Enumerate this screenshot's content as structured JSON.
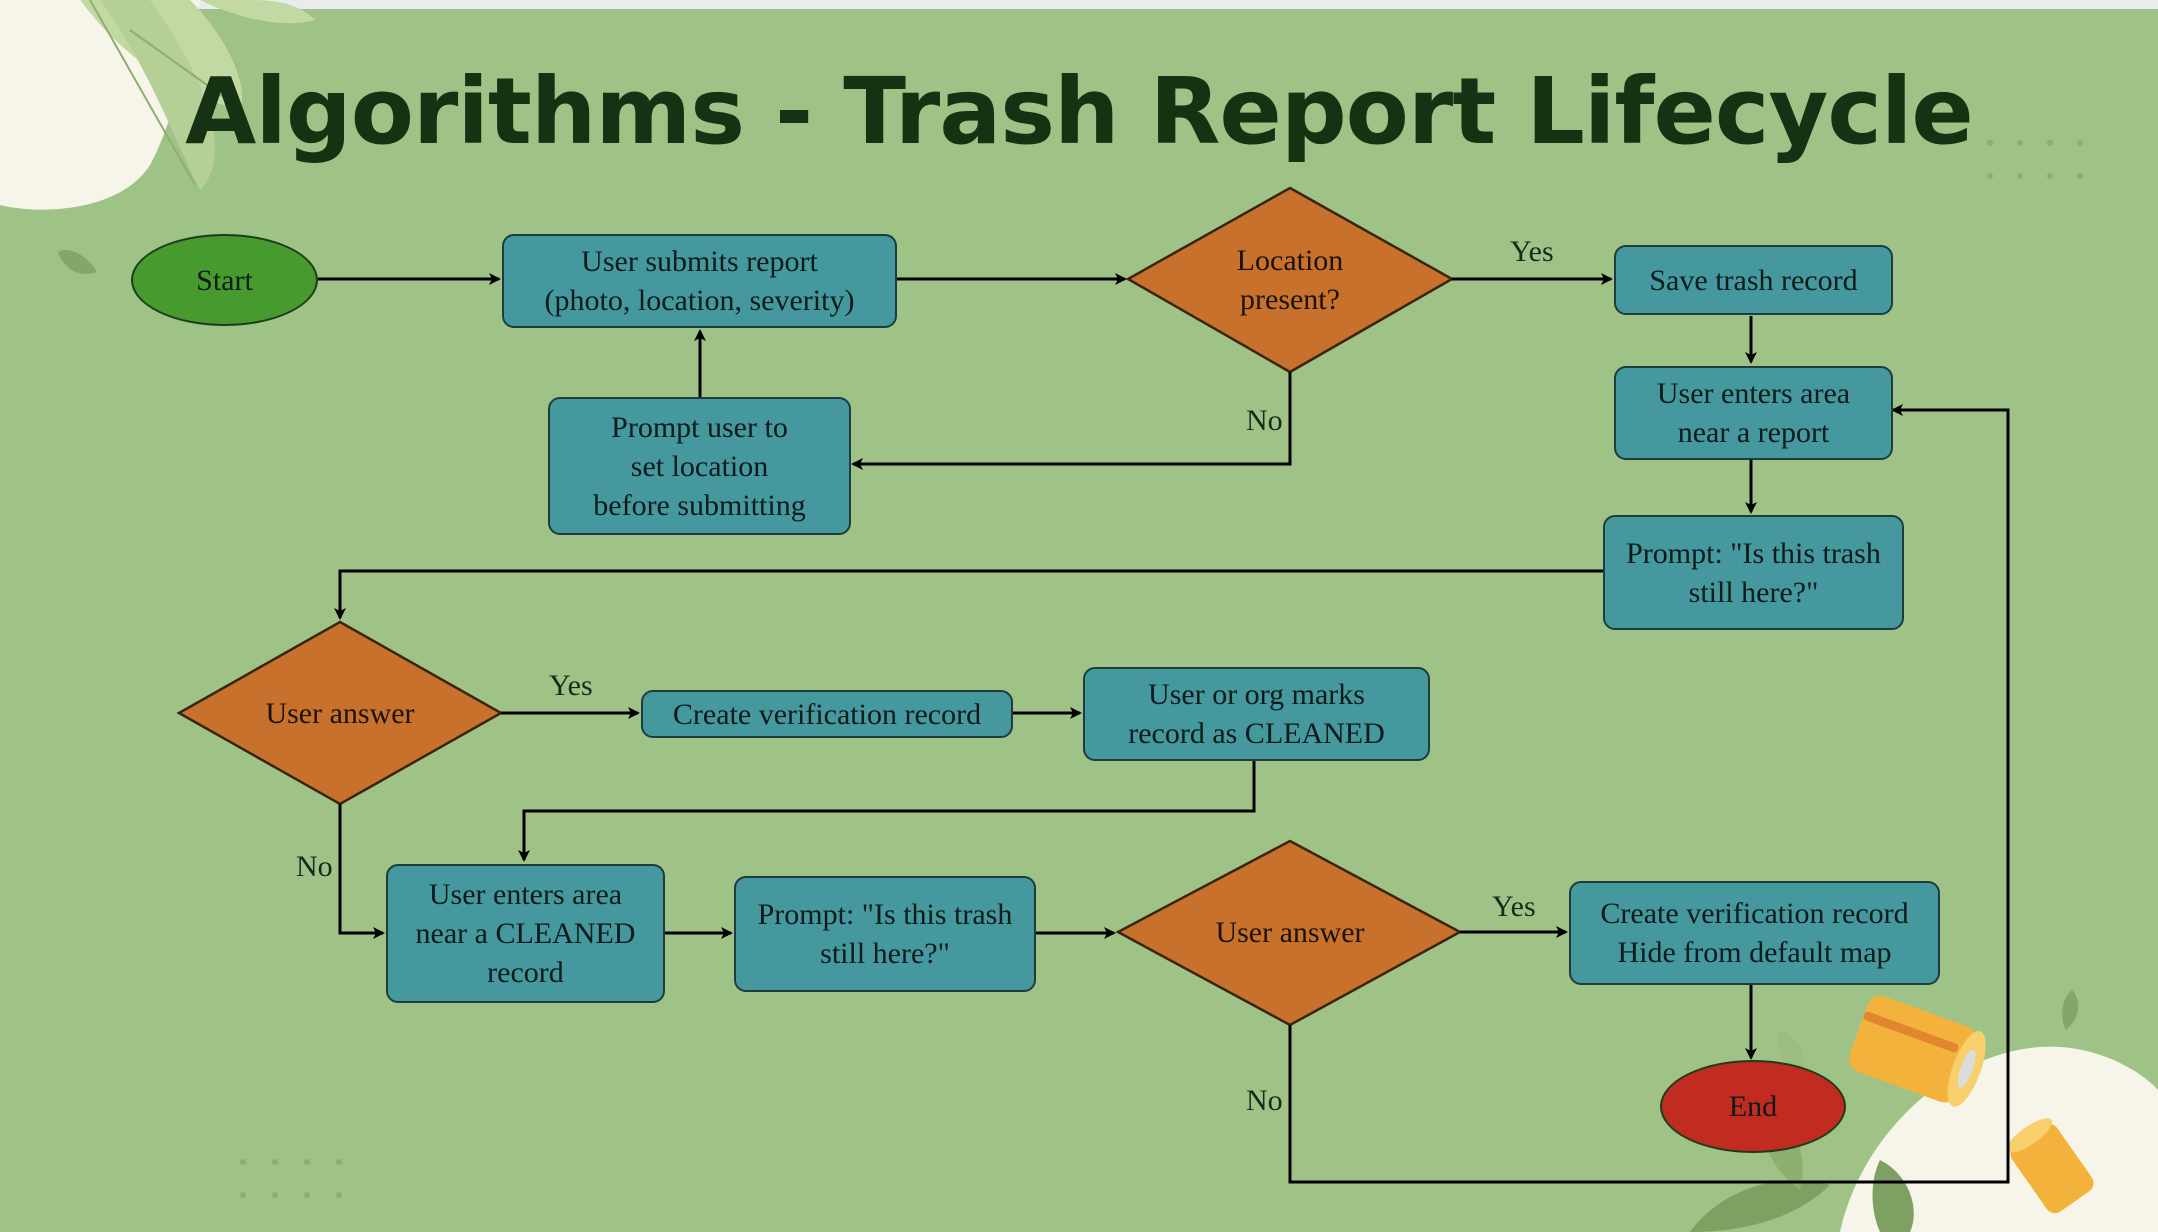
{
  "title": "Algorithms - Trash Report Lifecycle",
  "colors": {
    "background": "#9fc386",
    "process": "#44989e",
    "decision": "#c7712d",
    "start": "#479a2e",
    "end": "#c22b1f",
    "title": "#173113"
  },
  "nodes": {
    "start": "Start",
    "submit": "User submits report\n(photo, location, severity)",
    "location_check": "Location\npresent?",
    "save": "Save trash record",
    "prompt_location": "Prompt user to\nset location\nbefore submitting",
    "enter_area": "User enters area\nnear a report",
    "prompt_still_here_1": "Prompt: \"Is this trash\nstill here?\"",
    "answer_1": "User answer",
    "create_verification_1": "Create verification record",
    "mark_cleaned": "User or org marks\nrecord as CLEANED",
    "enter_cleaned": "User enters area\nnear a CLEANED\nrecord",
    "prompt_still_here_2": "Prompt: \"Is this trash\nstill here?\"",
    "answer_2": "User answer",
    "create_verification_2": "Create verification record\nHide from default map",
    "end": "End"
  },
  "edge_labels": {
    "location_yes": "Yes",
    "location_no": "No",
    "answer1_yes": "Yes",
    "answer1_no": "No",
    "answer2_yes": "Yes",
    "answer2_no": "No"
  }
}
